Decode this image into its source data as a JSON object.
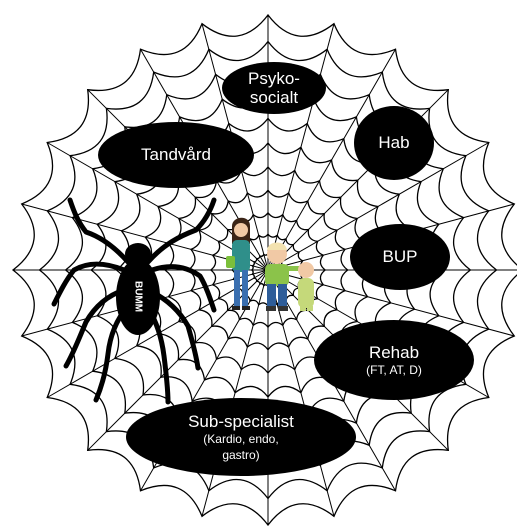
{
  "diagram": {
    "nodes": [
      {
        "id": "psyko",
        "lines": [
          "Psyko-",
          "socialt"
        ],
        "sub": []
      },
      {
        "id": "tandvard",
        "lines": [
          "Tandvård"
        ],
        "sub": []
      },
      {
        "id": "hab",
        "lines": [
          "Hab"
        ],
        "sub": []
      },
      {
        "id": "bup",
        "lines": [
          "BUP"
        ],
        "sub": []
      },
      {
        "id": "rehab",
        "lines": [
          "Rehab"
        ],
        "sub": [
          "(FT, AT, D)"
        ]
      },
      {
        "id": "sub",
        "lines": [
          "Sub-specialist"
        ],
        "sub": [
          "(Kardio, endo,",
          "gastro)"
        ]
      }
    ],
    "spider_label": "BUMM",
    "colors": {
      "web": "#000000",
      "node_fill": "#000000",
      "node_text": "#ffffff",
      "mother_shirt": "#2f8f8a",
      "child_shirt": "#8bc34a",
      "baby_suit": "#c5d97a"
    },
    "icons": [
      "spider-icon",
      "family-illustration-icon"
    ]
  }
}
